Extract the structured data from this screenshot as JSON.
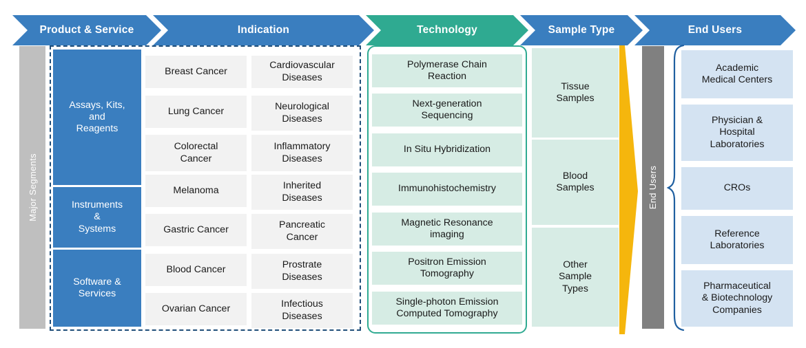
{
  "header": {
    "chevrons": [
      {
        "label": "Product & Service",
        "color": "#3a7ebf"
      },
      {
        "label": "Indication",
        "color": "#3a7ebf"
      },
      {
        "label": "Technology",
        "color": "#2faa91"
      },
      {
        "label": "Sample Type",
        "color": "#3a7ebf"
      },
      {
        "label": "End Users",
        "color": "#3a7ebf"
      }
    ]
  },
  "product_service": {
    "side_label": "Major Segments",
    "side_label_color": "#bfbfbf",
    "border_color": "#1f4e79",
    "segments": [
      "Assays, Kits, and Reagents",
      "Instruments & Systems",
      "Software & Services"
    ],
    "segments_lines": [
      [
        "Assays, Kits,",
        "and",
        "Reagents"
      ],
      [
        "Instruments",
        "&",
        "Systems"
      ],
      [
        "Software &",
        "Services"
      ]
    ]
  },
  "indication": {
    "column_left": [
      "Breast Cancer",
      "Lung Cancer",
      "Colorectal Cancer",
      "Melanoma",
      "Gastric Cancer",
      "Blood Cancer",
      "Ovarian Cancer"
    ],
    "column_left_lines": [
      [
        "Breast Cancer"
      ],
      [
        "Lung Cancer"
      ],
      [
        "Colorectal",
        "Cancer"
      ],
      [
        "Melanoma"
      ],
      [
        "Gastric Cancer"
      ],
      [
        "Blood Cancer"
      ],
      [
        "Ovarian Cancer"
      ]
    ],
    "column_right": [
      "Cardiovascular Diseases",
      "Neurological Diseases",
      "Inflammatory Diseases",
      "Inherited Diseases",
      "Pancreatic Cancer",
      "Prostrate Diseases",
      "Infectious Diseases"
    ],
    "column_right_lines": [
      [
        "Cardiovascular",
        "Diseases"
      ],
      [
        "Neurological",
        "Diseases"
      ],
      [
        "Inflammatory",
        "Diseases"
      ],
      [
        "Inherited",
        "Diseases"
      ],
      [
        "Pancreatic",
        "Cancer"
      ],
      [
        "Prostrate",
        "Diseases"
      ],
      [
        "Infectious",
        "Diseases"
      ]
    ]
  },
  "technology": {
    "border_color": "#2faa91",
    "items": [
      "Polymerase Chain Reaction",
      "Next-generation Sequencing",
      "In Situ Hybridization",
      "Immunohistochemistry",
      "Magnetic Resonance imaging",
      "Positron Emission Tomography",
      "Single-photon Emission Computed Tomography"
    ],
    "items_lines": [
      [
        "Polymerase Chain",
        "Reaction"
      ],
      [
        "Next-generation",
        "Sequencing"
      ],
      [
        "In Situ Hybridization"
      ],
      [
        "Immunohistochemistry"
      ],
      [
        "Magnetic Resonance",
        "imaging"
      ],
      [
        "Positron Emission",
        "Tomography"
      ],
      [
        "Single-photon Emission",
        "Computed Tomography"
      ]
    ]
  },
  "sample_type": {
    "items": [
      "Tissue Samples",
      "Blood Samples",
      "Other Sample Types"
    ],
    "items_lines": [
      [
        "Tissue",
        "Samples"
      ],
      [
        "Blood",
        "Samples"
      ],
      [
        "Other",
        "Sample",
        "Types"
      ]
    ],
    "arrow_color": "#f5b60d"
  },
  "end_users": {
    "side_label": "End Users",
    "side_label_color": "#808080",
    "brace_color": "#1f5fa0",
    "items": [
      "Academic Medical Centers",
      "Physician & Hospital Laboratories",
      "CROs",
      "Reference Laboratories",
      "Pharmaceutical & Biotechnology Companies"
    ],
    "items_lines": [
      [
        "Academic",
        "Medical Centers"
      ],
      [
        "Physician &",
        "Hospital",
        "Laboratories"
      ],
      [
        "CROs"
      ],
      [
        "Reference",
        "Laboratories"
      ],
      [
        "Pharmaceutical",
        "& Biotechnology",
        "Companies"
      ]
    ]
  }
}
